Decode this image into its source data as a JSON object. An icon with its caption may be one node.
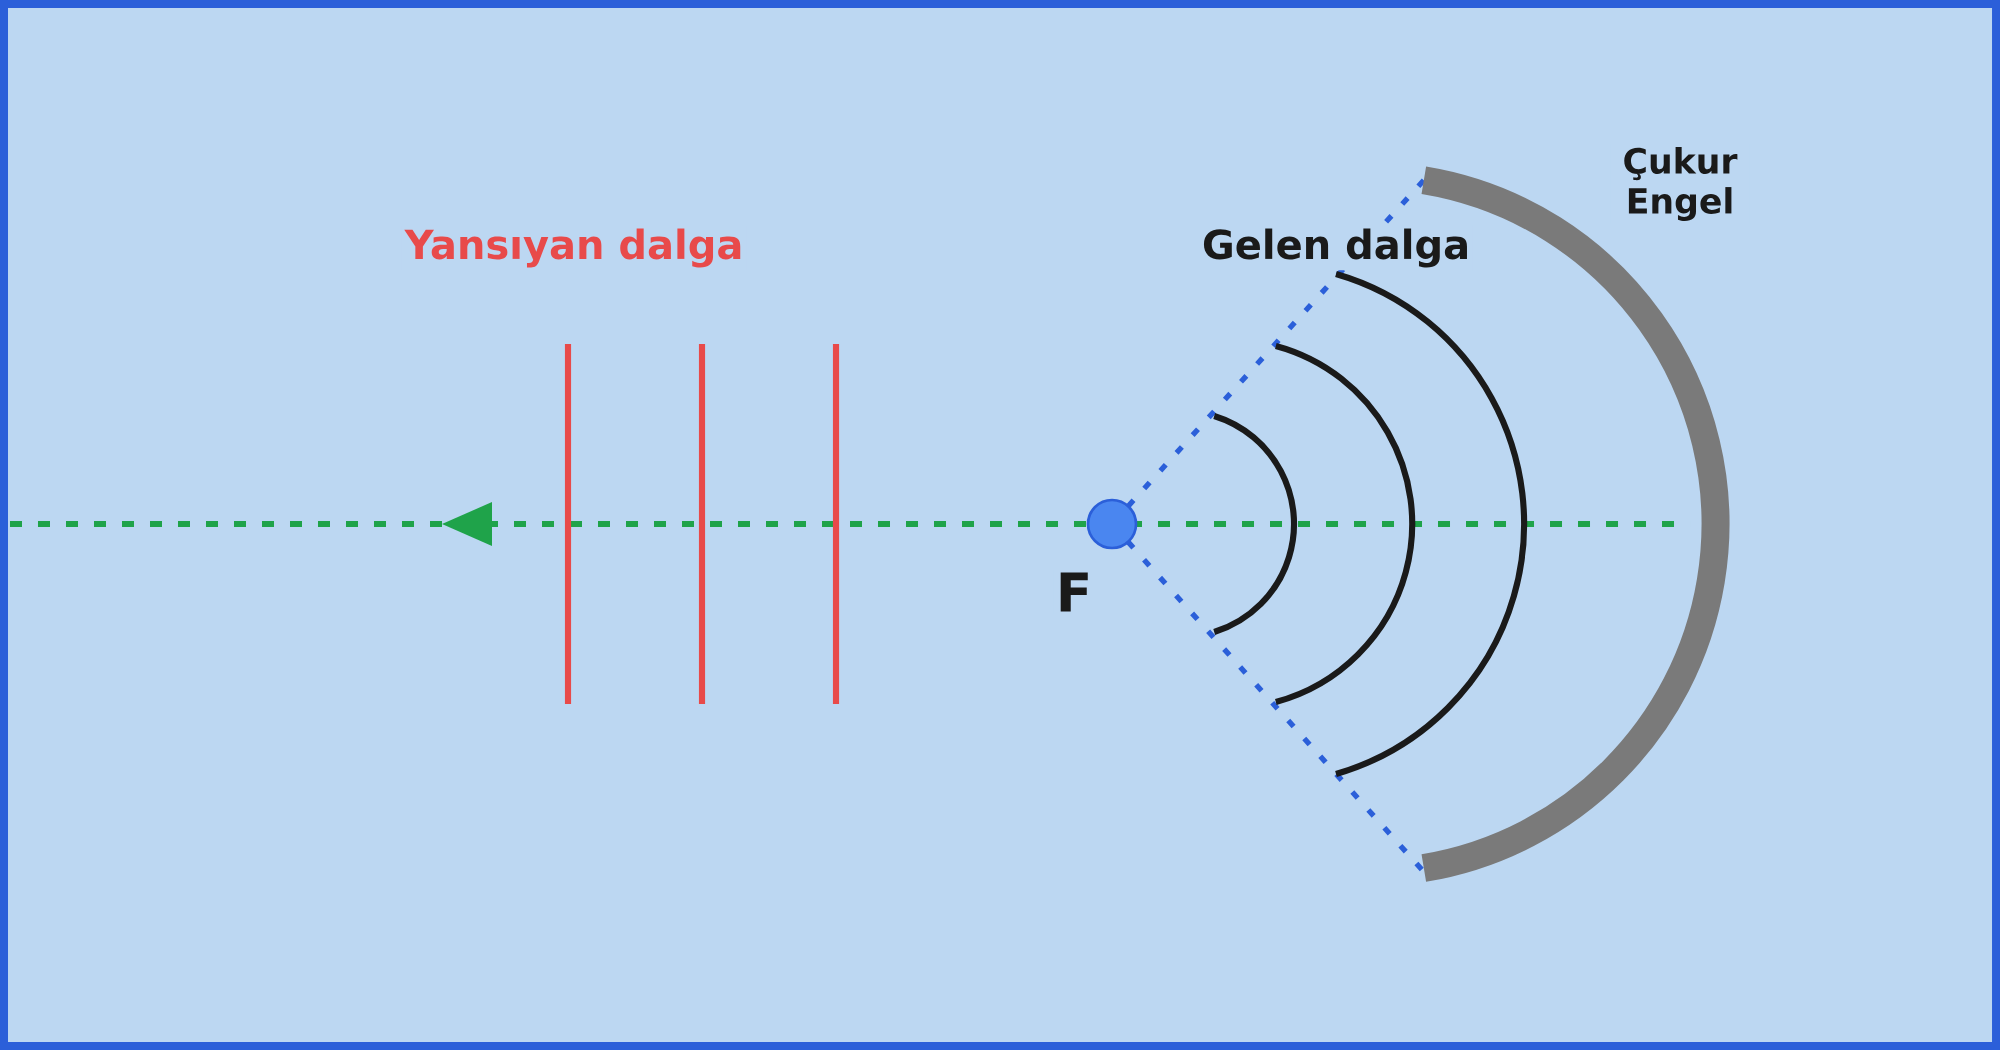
{
  "diagram": {
    "labels": [
      "Yansıyan dalga",
      "Gelen dalga",
      "Çukur Engel",
      "F"
    ]
  }
}
